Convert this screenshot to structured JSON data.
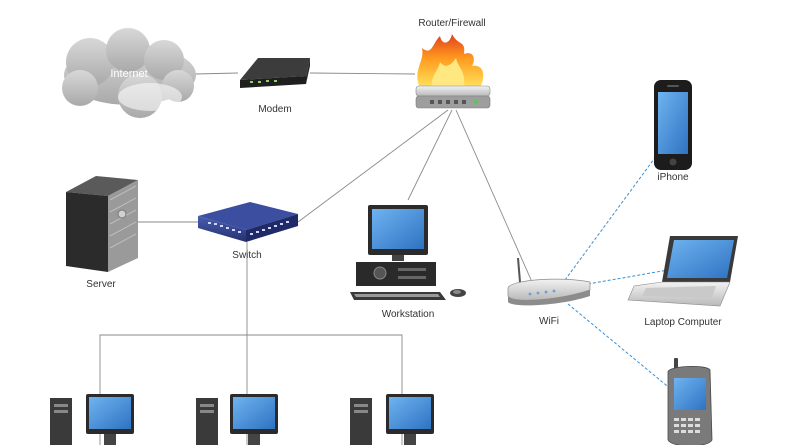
{
  "nodes": {
    "internet": {
      "label": "Internet"
    },
    "modem": {
      "label": "Modem"
    },
    "router": {
      "label": "Router/Firewall"
    },
    "server": {
      "label": "Server"
    },
    "switch": {
      "label": "Switch"
    },
    "workstation": {
      "label": "Workstation"
    },
    "wifi": {
      "label": "WiFi"
    },
    "iphone": {
      "label": "iPhone"
    },
    "laptop": {
      "label": "Laptop Computer"
    }
  },
  "colors": {
    "wired_link": "#8a8a8a",
    "wireless_link": "#3a8fd6",
    "flame_outer": "#e8541a",
    "flame_inner": "#ffd54a",
    "switch_body": "#2f3f8a",
    "screen": "#3f8ede"
  },
  "links": [
    {
      "from": "internet",
      "to": "modem",
      "type": "wired"
    },
    {
      "from": "modem",
      "to": "router",
      "type": "wired"
    },
    {
      "from": "router",
      "to": "switch",
      "type": "wired"
    },
    {
      "from": "router",
      "to": "workstation",
      "type": "wired"
    },
    {
      "from": "router",
      "to": "wifi",
      "type": "wired"
    },
    {
      "from": "server",
      "to": "switch",
      "type": "wired"
    },
    {
      "from": "switch",
      "to": "desktop-1",
      "type": "wired"
    },
    {
      "from": "switch",
      "to": "desktop-2",
      "type": "wired"
    },
    {
      "from": "switch",
      "to": "desktop-3",
      "type": "wired"
    },
    {
      "from": "wifi",
      "to": "iphone",
      "type": "wireless"
    },
    {
      "from": "wifi",
      "to": "laptop",
      "type": "wireless"
    },
    {
      "from": "wifi",
      "to": "smartphone",
      "type": "wireless"
    }
  ]
}
